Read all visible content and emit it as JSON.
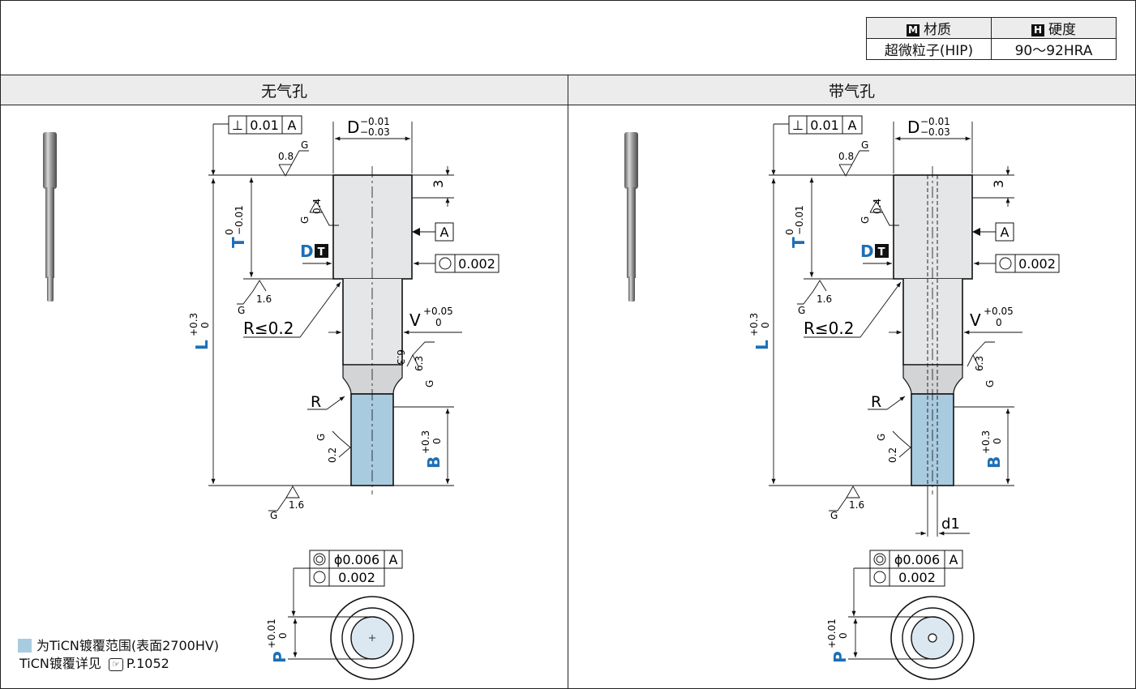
{
  "material_table": {
    "material_header": "材质",
    "hardness_header": "硬度",
    "material_icon_letter": "M",
    "hardness_icon_letter": "H",
    "material_value": "超微粒子(HIP)",
    "hardness_value": "90～92HRA"
  },
  "columns": [
    {
      "title": "无气孔"
    },
    {
      "title": "带气孔"
    }
  ],
  "drawing": {
    "perp_symbol": "⊥",
    "perp_value": "0.01",
    "datum": "A",
    "D_label": "D",
    "D_tol_upper": "−0.01",
    "D_tol_lower": "−0.03",
    "D_tag": "T",
    "roughness_08": "0.8",
    "roughness_04": "0.4",
    "roughness_16": "1.6",
    "roughness_63": "6.3",
    "roughness_02": "0.2",
    "g_letter": "G",
    "dim_3": "3",
    "T_label": "T",
    "T_tol_upper": "0",
    "T_tol_lower": "−0.01",
    "L_label": "L",
    "L_tol_upper": "+0.3",
    "L_tol_lower": "0",
    "circ_value": "0.002",
    "R_max": "R≤0.2",
    "V_label": "V",
    "V_tol_upper": "+0.05",
    "V_tol_lower": "0",
    "R_label": "R",
    "B_label": "B",
    "B_tol_upper": "+0.3",
    "B_tol_lower": "0",
    "d1_label": "d1",
    "conc_value": "ϕ0.006",
    "P_label": "P",
    "P_tol_upper": "+0.01",
    "P_tol_lower": "0"
  },
  "notes": {
    "line1": "为TiCN镀覆范围(表面2700HV)",
    "line2": "TiCN镀覆详见",
    "page_ref": "P.1052",
    "coating_color": "#a9cbe0"
  }
}
